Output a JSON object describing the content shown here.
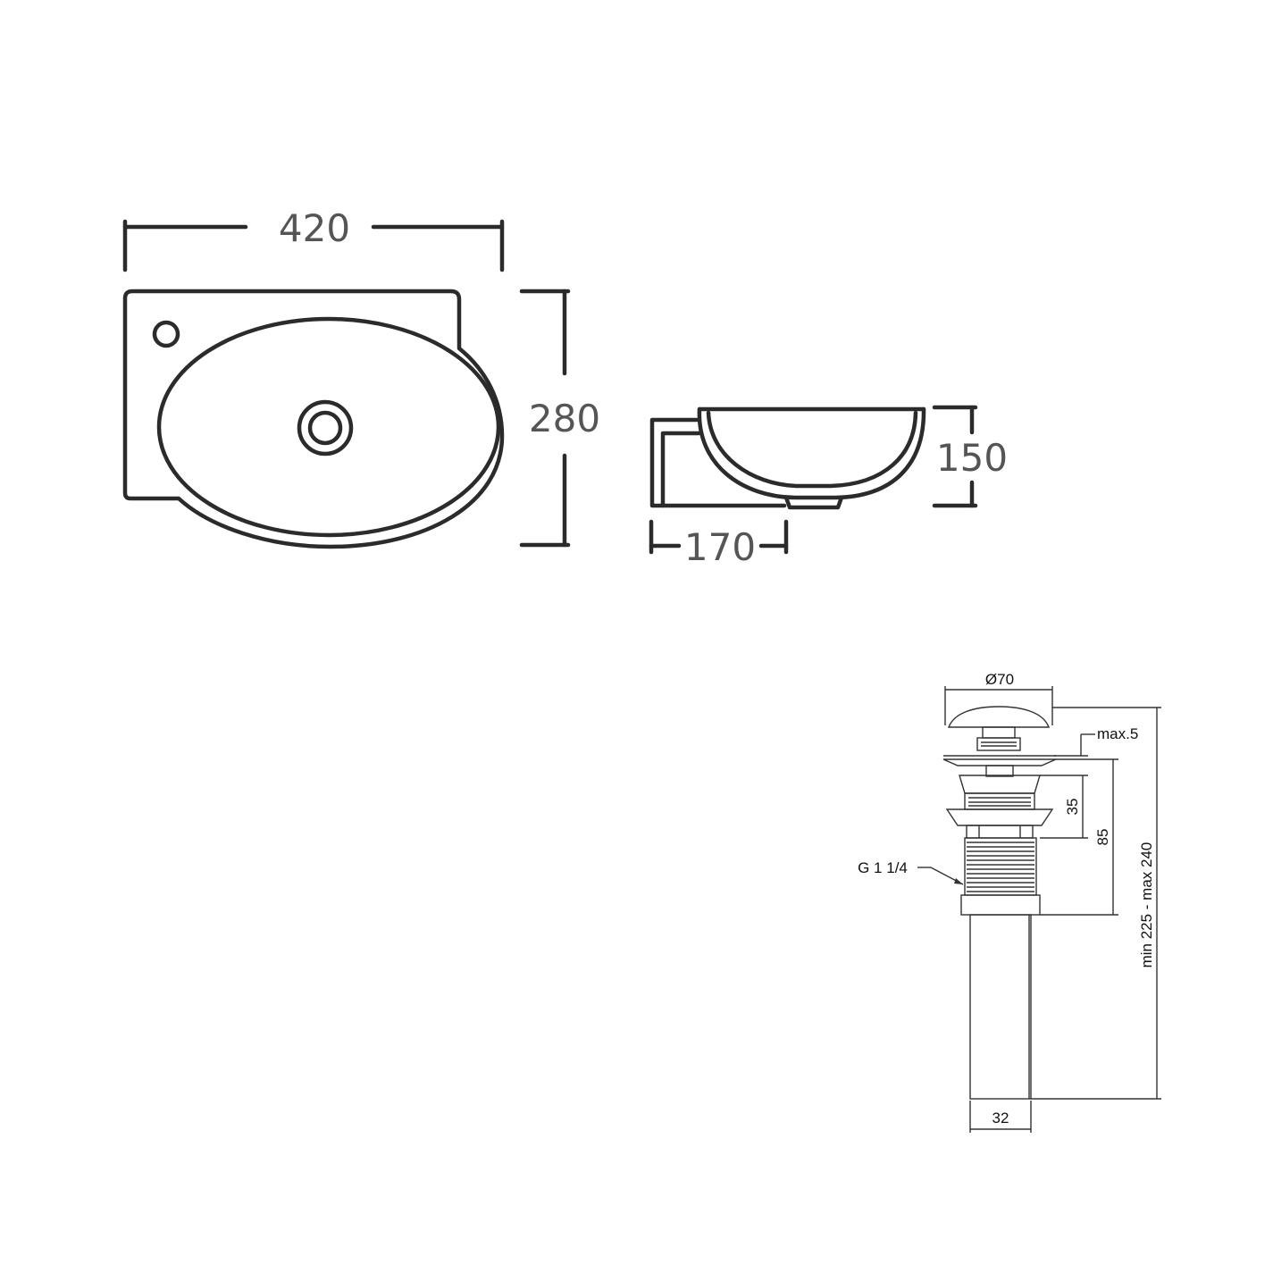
{
  "top_view": {
    "width_label": "420",
    "height_label": "280"
  },
  "side_view": {
    "depth_label": "170",
    "height_label": "150"
  },
  "drain": {
    "cap_diameter_label": "Ø70",
    "max_label": "max.5",
    "flange_label": "35",
    "body_label": "85",
    "thread_label": "G 1 1/4",
    "total_length_label": "min 225 - max 240",
    "pipe_diameter_label": "32"
  }
}
